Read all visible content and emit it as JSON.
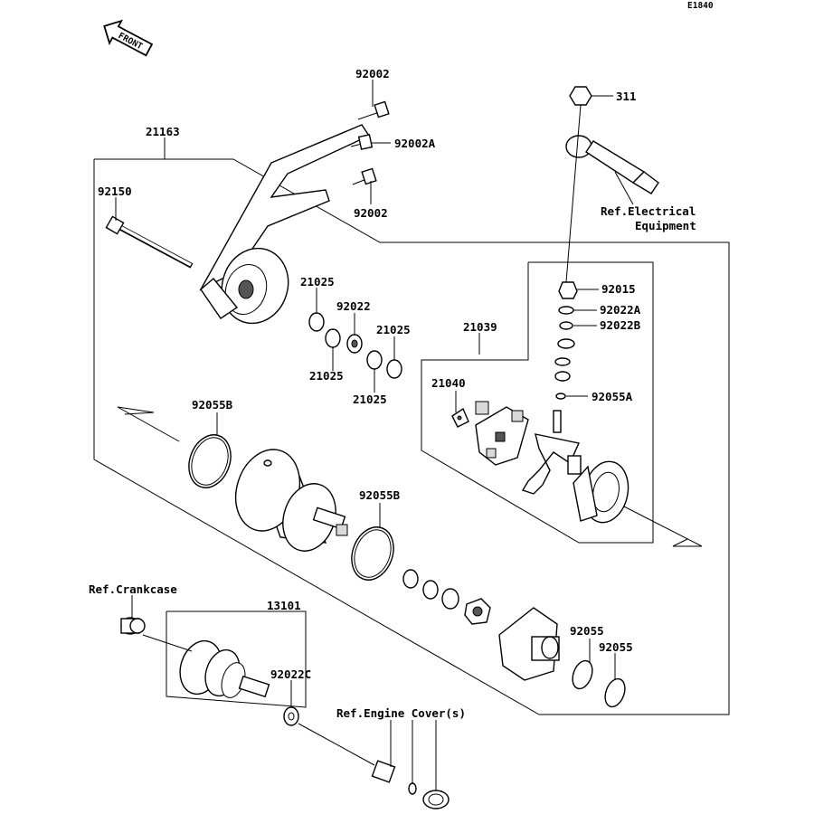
{
  "diagram_code": "E1840",
  "direction_label": "FRONT",
  "part_labels": {
    "p92002_top": "92002",
    "p21163": "21163",
    "p92002A": "92002A",
    "p92150": "92150",
    "p92002_mid": "92002",
    "p311": "311",
    "ref_electrical_1": "Ref.Electrical",
    "ref_electrical_2": "Equipment",
    "p92015": "92015",
    "p92022A": "92022A",
    "p92022B": "92022B",
    "p21025_a": "21025",
    "p92022": "92022",
    "p21025_b": "21025",
    "p21025_c": "21025",
    "p21025_d": "21025",
    "p21039": "21039",
    "p21040": "21040",
    "p92055A": "92055A",
    "p92055B_a": "92055B",
    "p92055B_b": "92055B",
    "ref_crankcase": "Ref.Crankcase",
    "p13101": "13101",
    "p92022C": "92022C",
    "p92055_a": "92055",
    "p92055_b": "92055",
    "ref_engine_cover": "Ref.Engine Cover(s)"
  }
}
